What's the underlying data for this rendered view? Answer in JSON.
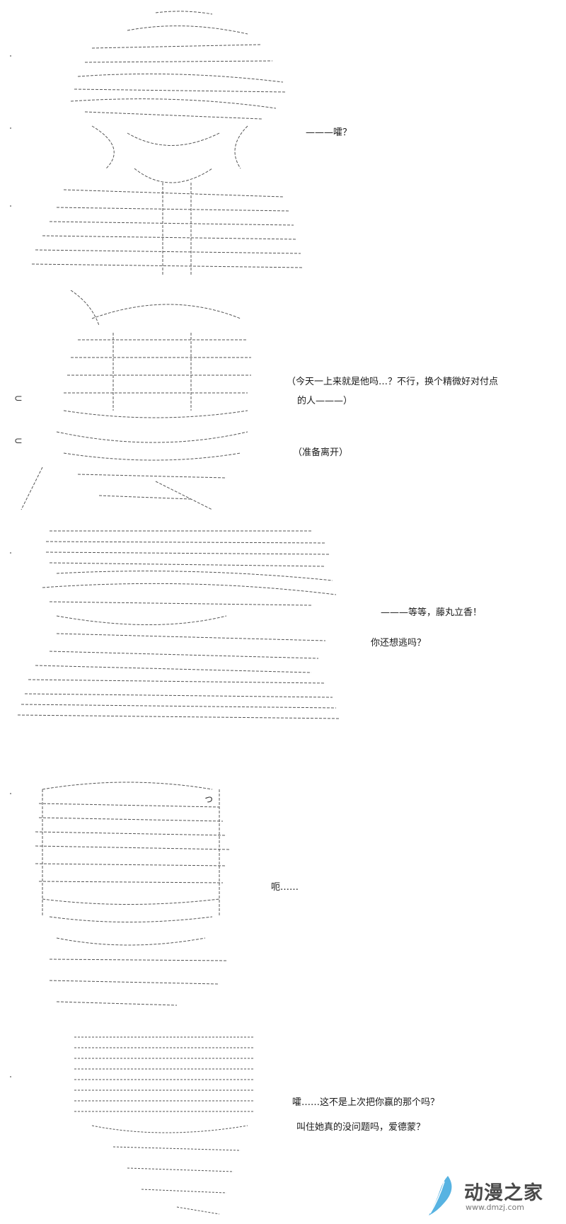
{
  "panels": [
    {
      "id": "p1",
      "lines": [
        "———嚯？"
      ]
    },
    {
      "id": "p2",
      "lines": [
        "（今天一上来就是他吗…？不行，换个精微好对付点",
        "的人———）",
        "（准备离开）"
      ]
    },
    {
      "id": "p3",
      "lines": [
        "———等等，藤丸立香！",
        "你还想逃吗？"
      ]
    },
    {
      "id": "p4",
      "lines": [
        "呃……"
      ]
    },
    {
      "id": "p5",
      "lines": [
        "嚯……这不是上次把你赢的那个吗？",
        "叫住她真的没问题吗，爱德蒙？"
      ]
    }
  ],
  "marks": {
    "sweat": "⊂",
    "thought": "っ"
  },
  "watermark": {
    "text": "动漫之家",
    "url": "www.dmzj.com",
    "icon": "feather-icon"
  },
  "colors": {
    "text": "#1a1a1a",
    "art": "#555555",
    "accent": "#3aa6dd"
  }
}
